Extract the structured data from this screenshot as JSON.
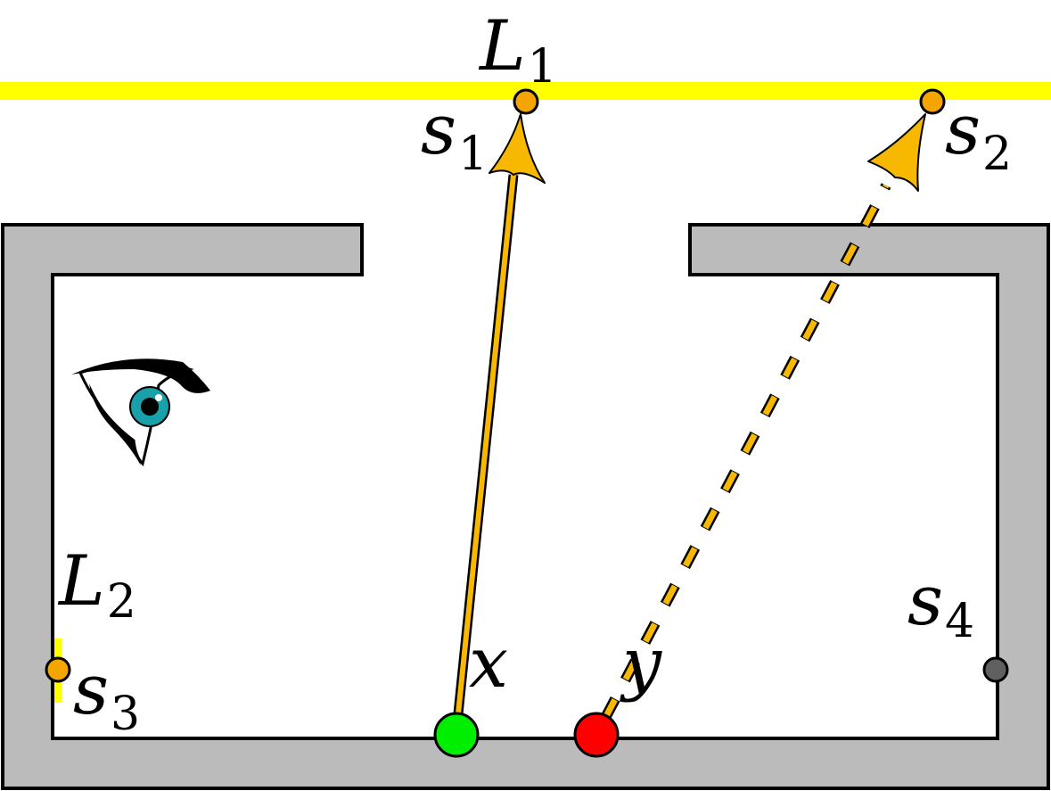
{
  "labels": {
    "light1": {
      "main": "L",
      "sub": "1"
    },
    "light2": {
      "main": "L",
      "sub": "2"
    },
    "s1": {
      "main": "s",
      "sub": "1"
    },
    "s2": {
      "main": "s",
      "sub": "2"
    },
    "s3": {
      "main": "s",
      "sub": "3"
    },
    "s4": {
      "main": "s",
      "sub": "4"
    },
    "x": "x",
    "y": "y"
  },
  "colors": {
    "wall_fill": "#bbbbbb",
    "light_source": "#ffff00",
    "light_sample": "#f5a500",
    "arrow": "#f8b800",
    "point_x": "#00ee00",
    "point_y": "#ff0000",
    "occluded_sample": "#606060",
    "eye_iris": "#1aa0a8"
  },
  "icons": {
    "viewer": "eye-icon"
  }
}
